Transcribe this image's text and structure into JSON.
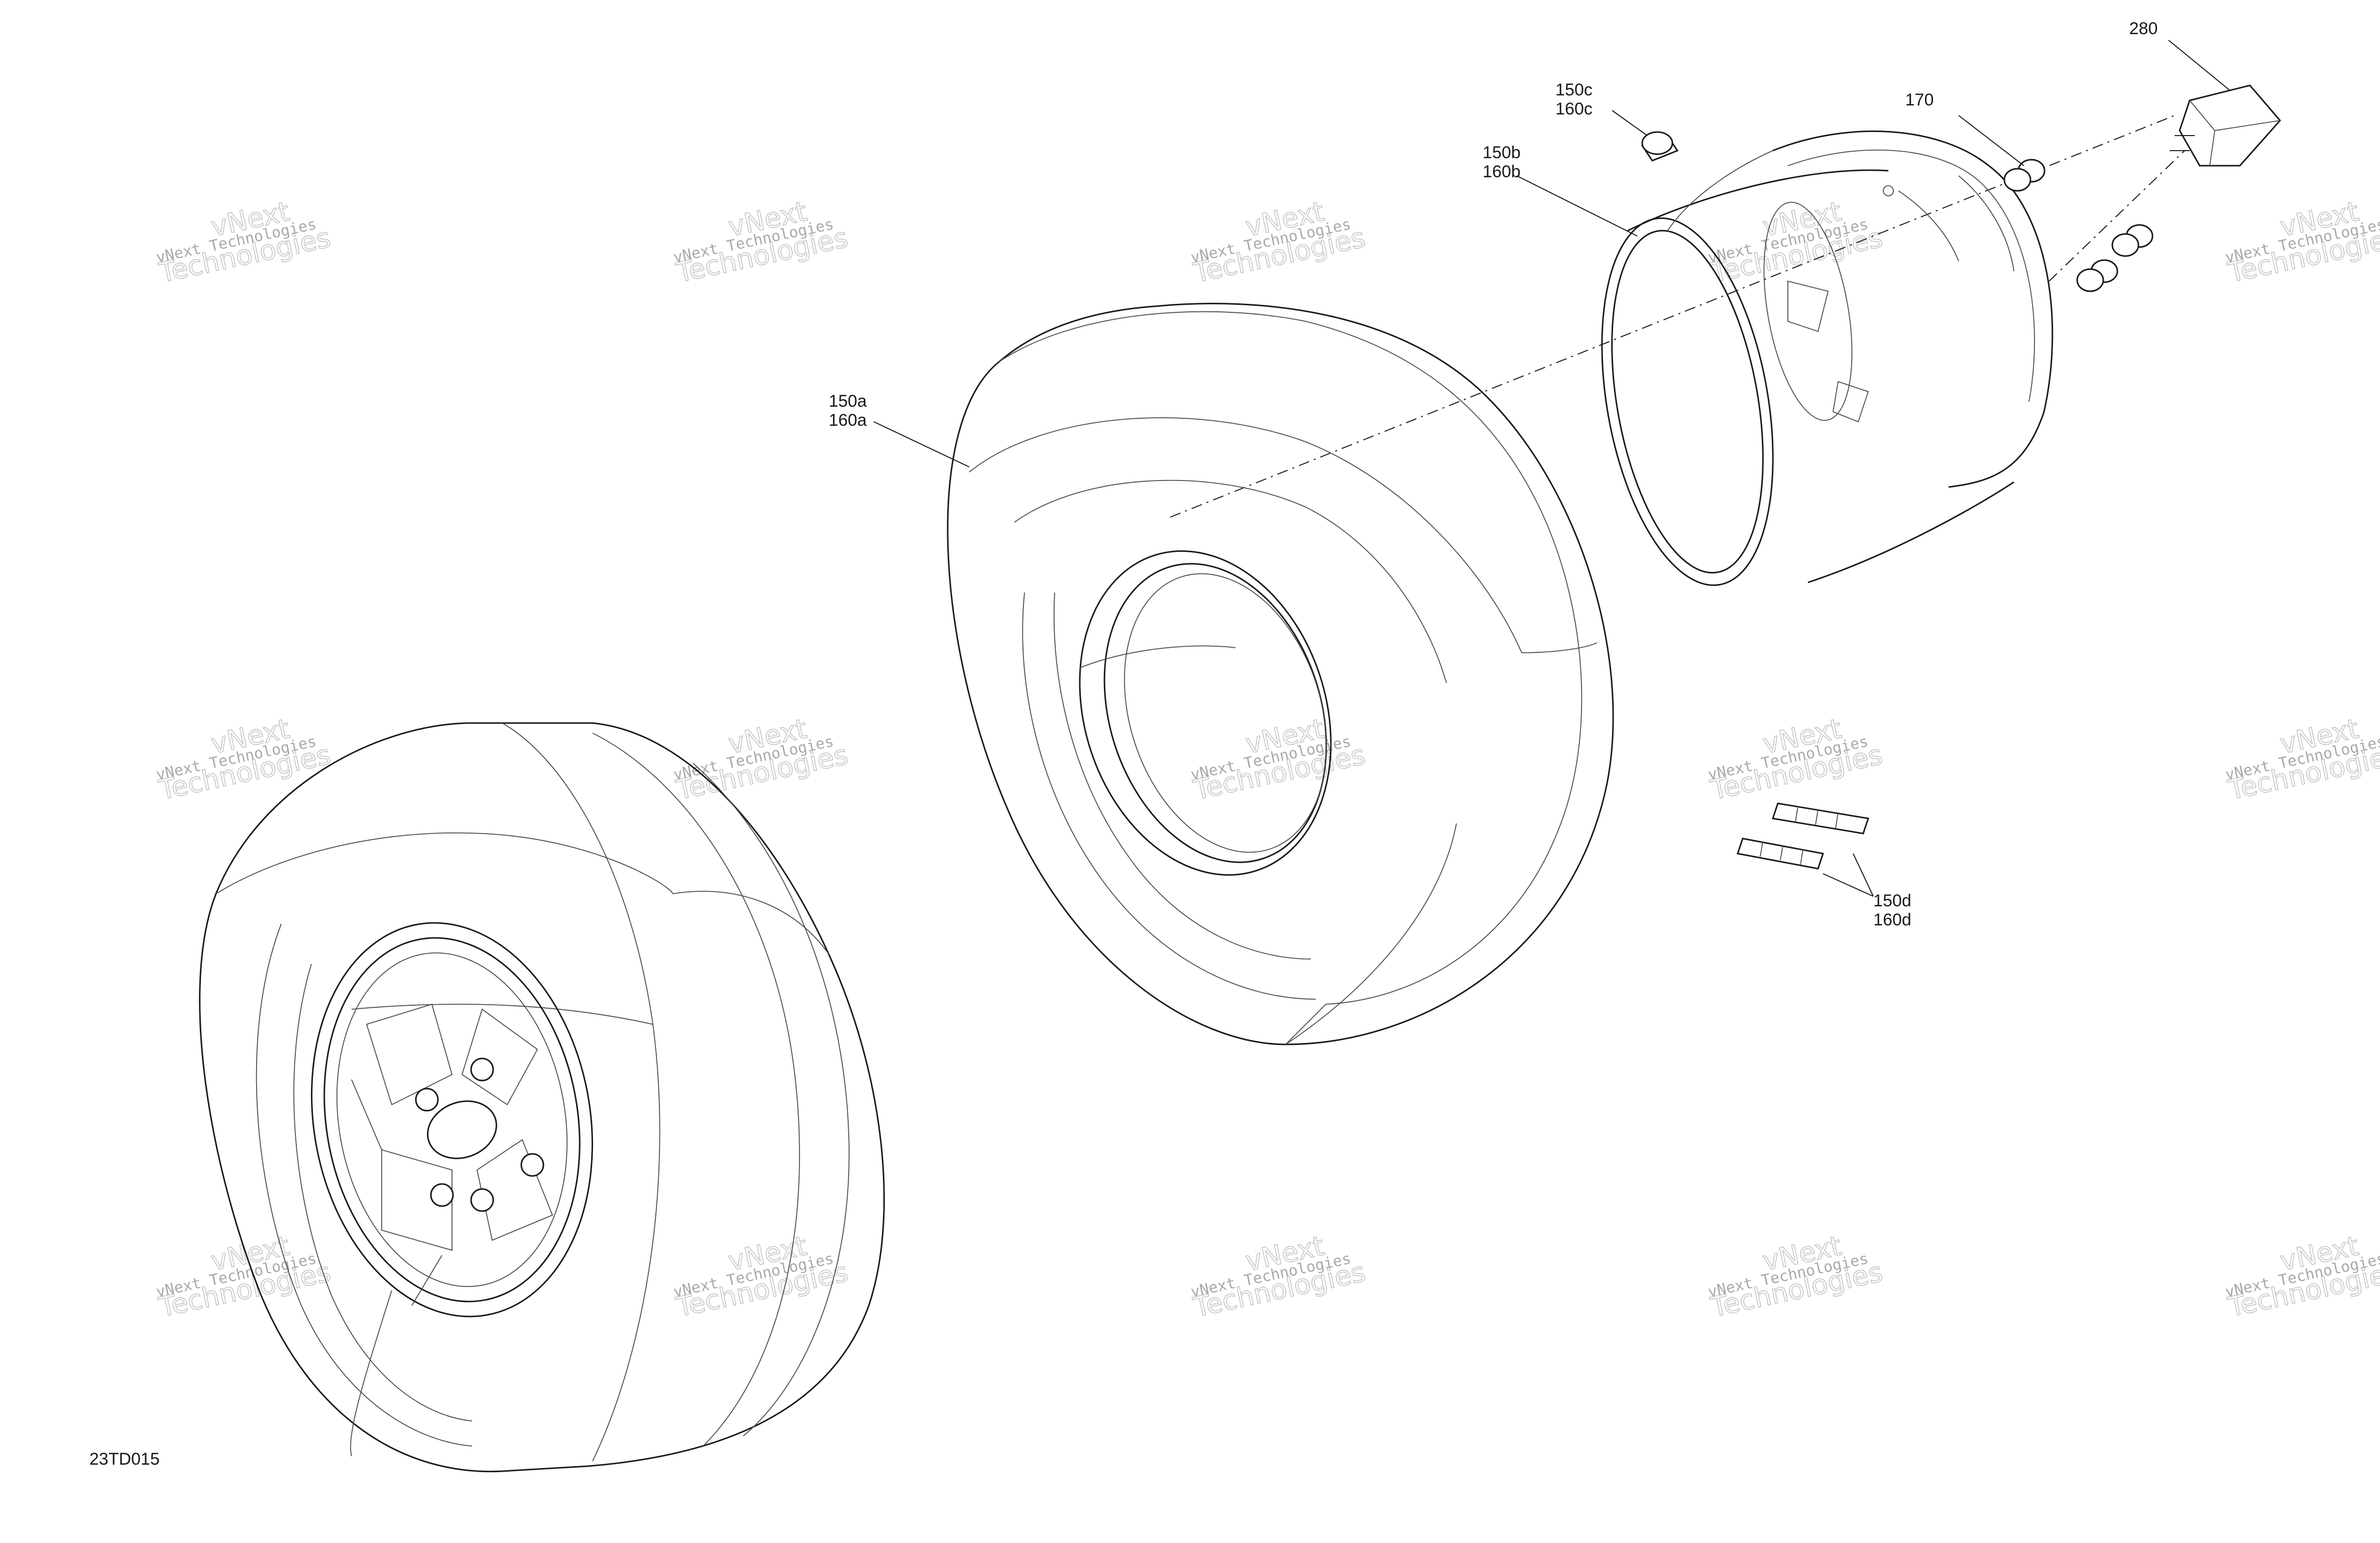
{
  "diagram_code": "23TD015",
  "watermark": {
    "line1": "vNext Technologies",
    "line2": "vNext",
    "line3": "Technologies"
  },
  "callouts": [
    {
      "id": "c280",
      "lines": [
        "280"
      ]
    },
    {
      "id": "c170",
      "lines": [
        "170"
      ]
    },
    {
      "id": "c150c",
      "lines": [
        "150c",
        "160c"
      ]
    },
    {
      "id": "c150b",
      "lines": [
        "150b",
        "160b"
      ]
    },
    {
      "id": "c150a",
      "lines": [
        "150a",
        "160a"
      ]
    },
    {
      "id": "c150d",
      "lines": [
        "150d",
        "160d"
      ]
    }
  ]
}
